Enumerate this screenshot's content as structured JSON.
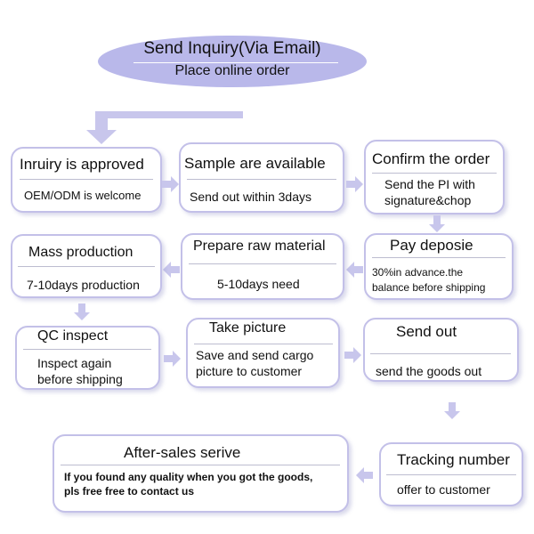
{
  "header": {
    "line1": "Send Inquiry(Via Email)",
    "line2": "Place online order"
  },
  "steps": [
    {
      "title": "Inruiry is approved",
      "desc": "OEM/ODM is welcome"
    },
    {
      "title": "Sample are available",
      "desc": "Send out within 3days"
    },
    {
      "title": "Confirm the order",
      "desc1": "Send the PI with",
      "desc2": "signature&chop"
    },
    {
      "title": "Pay deposie",
      "desc1": "30%in advance.the",
      "desc2": "balance before shipping"
    },
    {
      "title": "Prepare raw material",
      "desc": "5-10days need"
    },
    {
      "title": "Mass production",
      "desc": "7-10days production"
    },
    {
      "title": "QC inspect",
      "desc1": "Inspect again",
      "desc2": "before shipping"
    },
    {
      "title": "Take picture",
      "desc1": "Save and send cargo",
      "desc2": "picture to customer"
    },
    {
      "title": "Send out",
      "desc": "send the goods out"
    },
    {
      "title": "Tracking number",
      "desc": "offer to customer"
    },
    {
      "title": "After-sales serive",
      "desc1": "If you found any quality when you got the goods,",
      "desc2": "pls free free to contact us"
    }
  ],
  "colors": {
    "ellipse": "#b9b8ea",
    "border": "#c3c0e8",
    "arrow": "#c8c6ec"
  }
}
